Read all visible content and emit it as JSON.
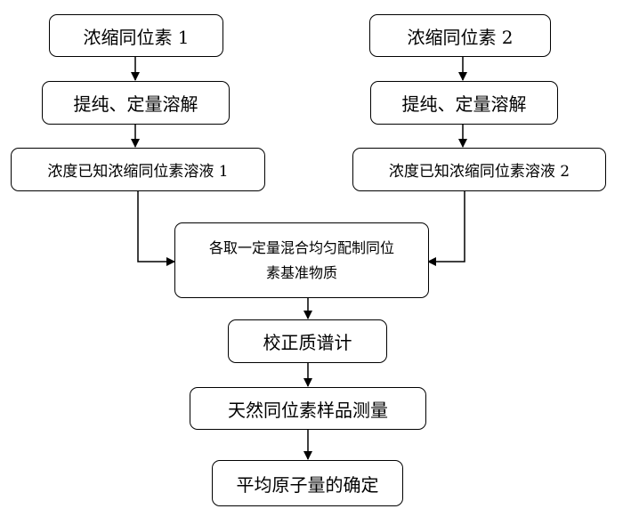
{
  "flow": {
    "left": {
      "source": "浓缩同位素 1",
      "purify": "提纯、定量溶解",
      "solution": "浓度已知浓缩同位素溶液 1"
    },
    "right": {
      "source": "浓缩同位素 2",
      "purify": "提纯、定量溶解",
      "solution": "浓度已知浓缩同位素溶液 2"
    },
    "mix": {
      "line1": "各取一定量混合均匀配制同位",
      "line2": "素基准物质"
    },
    "calibrate": "校正质谱计",
    "measure": "天然同位素样品测量",
    "result": "平均原子量的确定"
  }
}
